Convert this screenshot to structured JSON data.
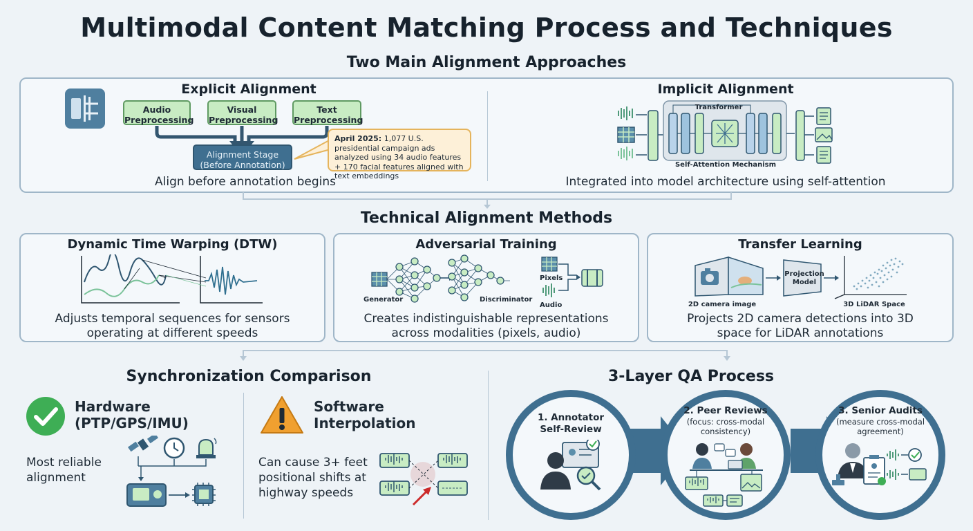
{
  "title": "Multimodal Content Matching Process and Techniques",
  "approaches": {
    "heading": "Two Main Alignment Approaches",
    "explicit": {
      "title": "Explicit Alignment",
      "boxes": [
        {
          "line1": "Audio",
          "line2": "Preprocessing"
        },
        {
          "line1": "Visual",
          "line2": "Preprocessing"
        },
        {
          "line1": "Text",
          "line2": "Preprocessing"
        }
      ],
      "stage_line1": "Alignment Stage",
      "stage_line2": "(Before Annotation)",
      "note_bold": "April 2025:",
      "note_text": " 1,077 U.S. presidential campaign ads analyzed using 34 audio features + 170 facial features aligned with text embeddings",
      "caption": "Align before annotation begins"
    },
    "implicit": {
      "title": "Implicit Alignment",
      "transformer_label": "Transformer",
      "attention_label": "Self-Attention Mechanism",
      "caption": "Integrated into model architecture using self-attention"
    }
  },
  "methods": {
    "heading": "Technical Alignment Methods",
    "dtw": {
      "title": "Dynamic Time Warping (DTW)",
      "caption_line1": "Adjusts temporal sequences for sensors",
      "caption_line2": "operating at different speeds"
    },
    "adversarial": {
      "title": "Adversarial Training",
      "generator_label": "Generator",
      "discriminator_label": "Discriminator",
      "pixels_label": "Pixels",
      "audio_label": "Audio",
      "caption_line1": "Creates indistinguishable representations",
      "caption_line2": "across modalities (pixels, audio)"
    },
    "transfer": {
      "title": "Transfer Learning",
      "camera_label": "2D camera image",
      "projection_line1": "Projection",
      "projection_line2": "Model",
      "lidar_label": "3D LiDAR Space",
      "caption_line1": "Projects 2D camera detections into 3D",
      "caption_line2": "space for LiDAR annotations"
    }
  },
  "sync": {
    "heading": "Synchronization Comparison",
    "hardware": {
      "title_line1": "Hardware",
      "title_line2": "(PTP/GPS/IMU)",
      "text_line1": "Most reliable",
      "text_line2": "alignment"
    },
    "software": {
      "title_line1": "Software",
      "title_line2": "Interpolation",
      "text_line1": "Can cause 3+ feet",
      "text_line2": "positional shifts at",
      "text_line3": "highway speeds"
    }
  },
  "qa": {
    "heading": "3-Layer QA Process",
    "steps": [
      {
        "title_line1": "1. Annotator",
        "title_line2": "Self-Review",
        "sub_line1": "",
        "sub_line2": ""
      },
      {
        "title_line1": "2. Peer Reviews",
        "title_line2": "",
        "sub_line1": "(focus: cross-modal",
        "sub_line2": "consistency)"
      },
      {
        "title_line1": "3. Senior Audits",
        "title_line2": "",
        "sub_line1": "(measure cross-modal",
        "sub_line2": "agreement)"
      }
    ]
  },
  "colors": {
    "accent_blue": "#3f6f90",
    "green_box": "#c8ecc3",
    "note_orange": "#fdf0d8",
    "check_green": "#3eae55",
    "warning_orange": "#f0a030",
    "panel_border": "#9fb6c8"
  },
  "icons": [
    "split-icon",
    "waveform-icon",
    "grid-icon",
    "document-icon",
    "image-icon",
    "camera-icon",
    "checkmark-icon",
    "warning-icon",
    "satellite-icon",
    "clock-icon",
    "beacon-icon",
    "chip-icon",
    "magnifier-icon",
    "person-icon"
  ]
}
